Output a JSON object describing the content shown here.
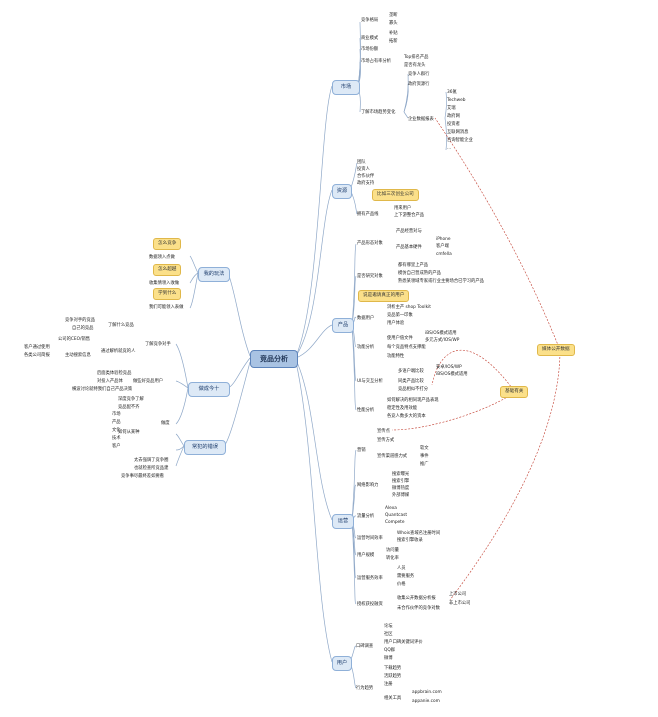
{
  "root": "竞品分析",
  "market": {
    "label": "市场",
    "l2": [
      "竞争格局",
      "商业模式",
      "市场份额",
      "市场占有率分析",
      "了解市场趋势变化"
    ],
    "geju": [
      "垄断",
      "寡头"
    ],
    "moshi": [
      "补贴",
      "拓新"
    ],
    "zhanyou": [
      "Top排名产品",
      "是否有龙头"
    ],
    "qushi": [
      "竞争人群行",
      "政府资源行",
      "企业数据报表"
    ],
    "sources": [
      "36氪",
      "Techweb",
      "艾瑞",
      "政府网",
      "投资者",
      "互联网消息",
      "咨询智能企业",
      "..."
    ]
  },
  "resource": {
    "label": "资源",
    "items": [
      "团队",
      "投资人",
      "合作伙伴",
      "政府支持",
      "拥有产品线"
    ],
    "lines": [
      "用来用户",
      "上下游整合产品"
    ]
  },
  "product": {
    "label": "产品",
    "l2": [
      "产品形态对象",
      "是否研究对象",
      "数据用户",
      "功能分析",
      "UI与交互分析",
      "性能分析"
    ],
    "xingtai": [
      "产品经营对与",
      "产品基本硬件"
    ],
    "hw": [
      "iPhone",
      "客户端",
      "cmfella"
    ],
    "yanjiu": [
      "都有哪里上产品",
      "模仿自己营成熟的产品",
      "熟悉某领域专家或行业主要场合已学习的产品"
    ],
    "shuju": [
      "浏析主产 shop Toolkit",
      "竞品第一印象",
      "用户体验"
    ],
    "gongneng": [
      "使用户值文件",
      "每个竞品特点支撑能",
      "功能特性"
    ],
    "gongneng_r": [
      "iBS/OS模式适用",
      "多元方式/IOS/WP"
    ],
    "ui": [
      "多语户端比较",
      "同类产品比较",
      "竞品相似不打分"
    ],
    "ui_r": [
      "安卓/IOS/WP",
      "iBS/OS模式适用"
    ],
    "xingneng": [
      "如何解决的相同现产品表现",
      "稳定性及用效能",
      "各竞人数多大的资本"
    ]
  },
  "operation": {
    "label": "运营",
    "l2": [
      "营销",
      "网络影响力",
      "流量分析",
      "运营时间效率",
      "用户规模",
      "运营服务效率",
      "授权获投融资"
    ],
    "yingxiao": [
      "宣传点",
      "宣传方式",
      "宣传渠道感力式"
    ],
    "yx_r": [
      "软文",
      "事件",
      "推广"
    ],
    "wangluo": [
      "搜索曝光",
      "搜索引擎",
      "微博热度",
      "外部博媒"
    ],
    "liuliang": [
      "Alexa",
      "Quantcast",
      "Compete"
    ],
    "shijian": [
      "Whois查域名注册时间",
      "搜索引擎收录"
    ],
    "guimo": [
      "访问量",
      "转化率"
    ],
    "fuwu": [
      "人员",
      "需要服务",
      "价格"
    ],
    "rongzi": [
      "收集公开数据分析报",
      "未合作伙伴的竞争对数"
    ],
    "rz_r": [
      "上市公司",
      "非上市公司"
    ]
  },
  "user": {
    "label": "用户",
    "l2": [
      "口碑调查",
      "行为趋势"
    ],
    "koubei": [
      "论坛",
      "社区",
      "用户口碑关键词评价",
      "QQ群",
      "微博"
    ],
    "qushi": [
      "下载趋势",
      "活跃趋势",
      "注册",
      "相关工具"
    ],
    "tools": [
      "appbrain.com",
      "appanie.com"
    ]
  },
  "mywork": {
    "label": "我的玩法",
    "items": [
      "数据领入点做",
      "收集情领入收做",
      "我们可能领入表做"
    ],
    "callouts": [
      "怎么竞争",
      "怎么超越",
      "学到什么"
    ]
  },
  "howto": {
    "label": "做成今十",
    "l2": [
      "了解竞争对手",
      "做些好竞品用户",
      "做度"
    ],
    "g1": [
      "了解什么竞品",
      "通过解析就竞的人"
    ],
    "g1a": [
      "竞争对手的竞品",
      "自己的竞品"
    ],
    "g1b": [
      "公司的CEO/销售",
      "主动搜索信息",
      "客户通过使用",
      "各类公司简报"
    ],
    "g2": [
      "后面类体验检竞品",
      "对投入产品体",
      "横波讨论就特我们自己产品决策"
    ],
    "g3": [
      "深度竞争了解",
      "竞品配不齐",
      "如何从某种"
    ],
    "g3a": [
      "市场",
      "产品",
      "文化",
      "技术",
      "客户"
    ]
  },
  "tips": {
    "label": "常犯的错误",
    "items": [
      "太去强调了竞争圈",
      "也就检查所竞品建",
      "竞争事尽最终差如要看"
    ]
  },
  "callouts": {
    "rival": "比如三次创业公司",
    "invite": "说是邀请真正的用户",
    "media": "媒体公开数据",
    "base": "基础有关"
  }
}
